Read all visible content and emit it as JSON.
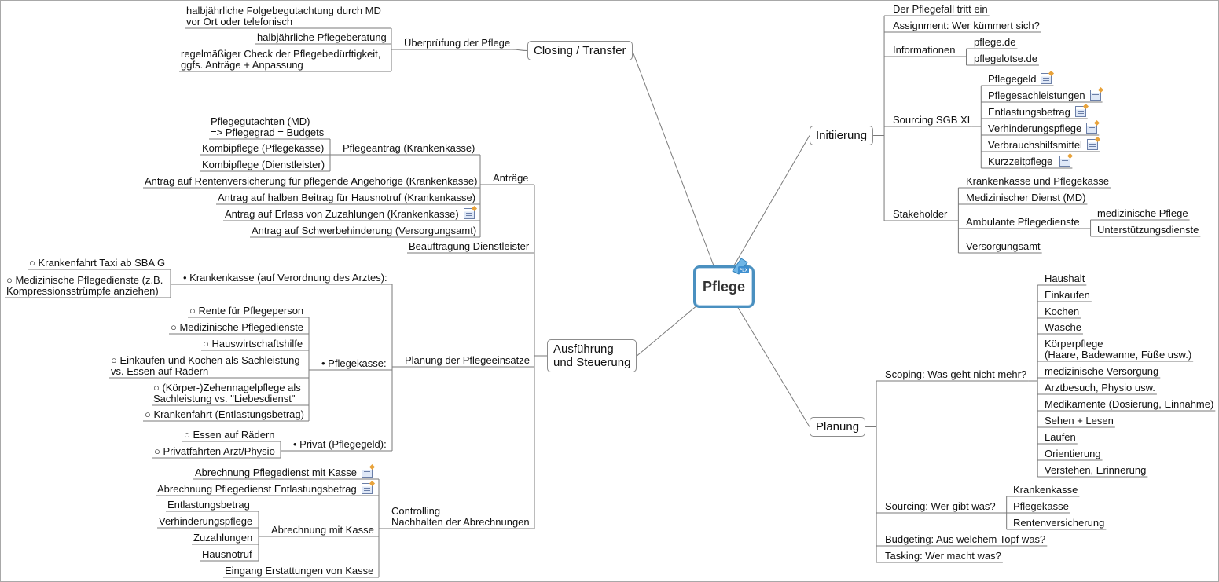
{
  "central_topic": "Pflege",
  "branches": {
    "closing": {
      "label": "Closing / Transfer",
      "ueberpruefung": {
        "label": "Überprüfung der Pflege",
        "children": [
          "halbjährliche Folgebegutachtung durch MD\nvor Ort oder telefonisch",
          "halbjährliche Pflegeberatung",
          "regelmäßiger Check der Pflegebedürftigkeit,\nggfs. Anträge + Anpassung"
        ]
      }
    },
    "ausfuehrung": {
      "label": "Ausführung\nund Steuerung",
      "antraege": {
        "label": "Anträge",
        "pflegeantrag": {
          "label": "Pflegeantrag (Krankenkasse)",
          "children": [
            "Pflegegutachten (MD)\n=> Pflegegrad = Budgets",
            "Kombipflege (Pflegekasse)",
            "Kombipflege (Dienstleister)"
          ]
        },
        "items": [
          "Antrag auf Rentenversicherung für pflegende Angehörige (Krankenkasse)",
          "Antrag auf halben Beitrag für Hausnotruf (Krankenkasse)",
          "Antrag auf Erlass von Zuzahlungen (Krankenkasse)",
          "Antrag auf Schwerbehinderung (Versorgungsamt)"
        ]
      },
      "beauftragung": "Beauftragung Dienstleister",
      "planung_einsaetze": {
        "label": "Planung der Pflegeeinsätze",
        "krankenkasse": {
          "label": "• Krankenkasse (auf Verordnung des Arztes):",
          "children": [
            "○ Krankenfahrt Taxi ab SBA G",
            "○ Medizinische Pflegedienste (z.B.\nKompressionsstrümpfe anziehen)"
          ]
        },
        "pflegekasse": {
          "label": "• Pflegekasse:",
          "children": [
            "○ Rente für Pflegeperson",
            "○ Medizinische Pflegedienste",
            "○ Hauswirtschaftshilfe",
            "○ Einkaufen und Kochen als Sachleistung\nvs. Essen auf Rädern",
            "○ (Körper-)Zehennagelpflege als\nSachleistung vs. \"Liebesdienst\"",
            "○ Krankenfahrt (Entlastungsbetrag)"
          ]
        },
        "privat": {
          "label": "• Privat (Pflegegeld):",
          "children": [
            "○ Essen auf Rädern",
            "○ Privatfahrten Arzt/Physio"
          ]
        }
      },
      "controlling": {
        "label": "Controlling\nNachhalten der Abrechnungen",
        "items": [
          "Abrechnung Pflegedienst mit Kasse",
          "Abrechnung Pflegedienst Entlastungsbetrag"
        ],
        "abrechnung": {
          "label": "Abrechnung mit Kasse",
          "children": [
            "Entlastungsbetrag",
            "Verhinderungspflege",
            "Zuzahlungen",
            "Hausnotruf"
          ]
        },
        "eingang": "Eingang Erstattungen von Kasse"
      }
    },
    "initiierung": {
      "label": "Initiierung",
      "pflegefall": "Der Pflegefall tritt ein",
      "assignment": "Assignment: Wer kümmert sich?",
      "informationen": {
        "label": "Informationen",
        "children": [
          "pflege.de",
          "pflegelotse.de"
        ]
      },
      "sourcing": {
        "label": "Sourcing SGB XI",
        "children": [
          "Pflegegeld",
          "Pflegesachleistungen",
          "Entlastungsbetrag",
          "Verhinderungspflege",
          "Verbrauchshilfsmittel",
          "Kurzzeitpflege"
        ]
      },
      "stakeholder": {
        "label": "Stakeholder",
        "kk_pk": "Krankenkasse und Pflegekasse",
        "md": "Medizinischer Dienst (MD)",
        "ambulante": {
          "label": "Ambulante Pflegedienste",
          "children": [
            "medizinische Pflege",
            "Unterstützungsdienste"
          ]
        },
        "versorgungsamt": "Versorgungsamt"
      }
    },
    "planung": {
      "label": "Planung",
      "scoping": {
        "label": "Scoping: Was geht nicht mehr?",
        "children": [
          "Haushalt",
          "Einkaufen",
          "Kochen",
          "Wäsche",
          "Körperpflege\n(Haare, Badewanne, Füße usw.)",
          "medizinische Versorgung",
          "Arztbesuch, Physio usw.",
          "Medikamente (Dosierung, Einnahme)",
          "Sehen + Lesen",
          "Laufen",
          "Orientierung",
          "Verstehen, Erinnerung"
        ]
      },
      "sourcing": {
        "label": "Sourcing: Wer gibt was?",
        "children": [
          "Krankenkasse",
          "Pflegekasse",
          "Rentenversicherung"
        ]
      },
      "budgeting": "Budgeting: Aus welchem Topf was?",
      "tasking": "Tasking: Wer macht was?"
    }
  },
  "icons": {
    "note": "note-icon",
    "central": "mindmap-logo-icon"
  },
  "colors": {
    "line": "#7a7a7a",
    "central_border": "#4a90c0"
  }
}
